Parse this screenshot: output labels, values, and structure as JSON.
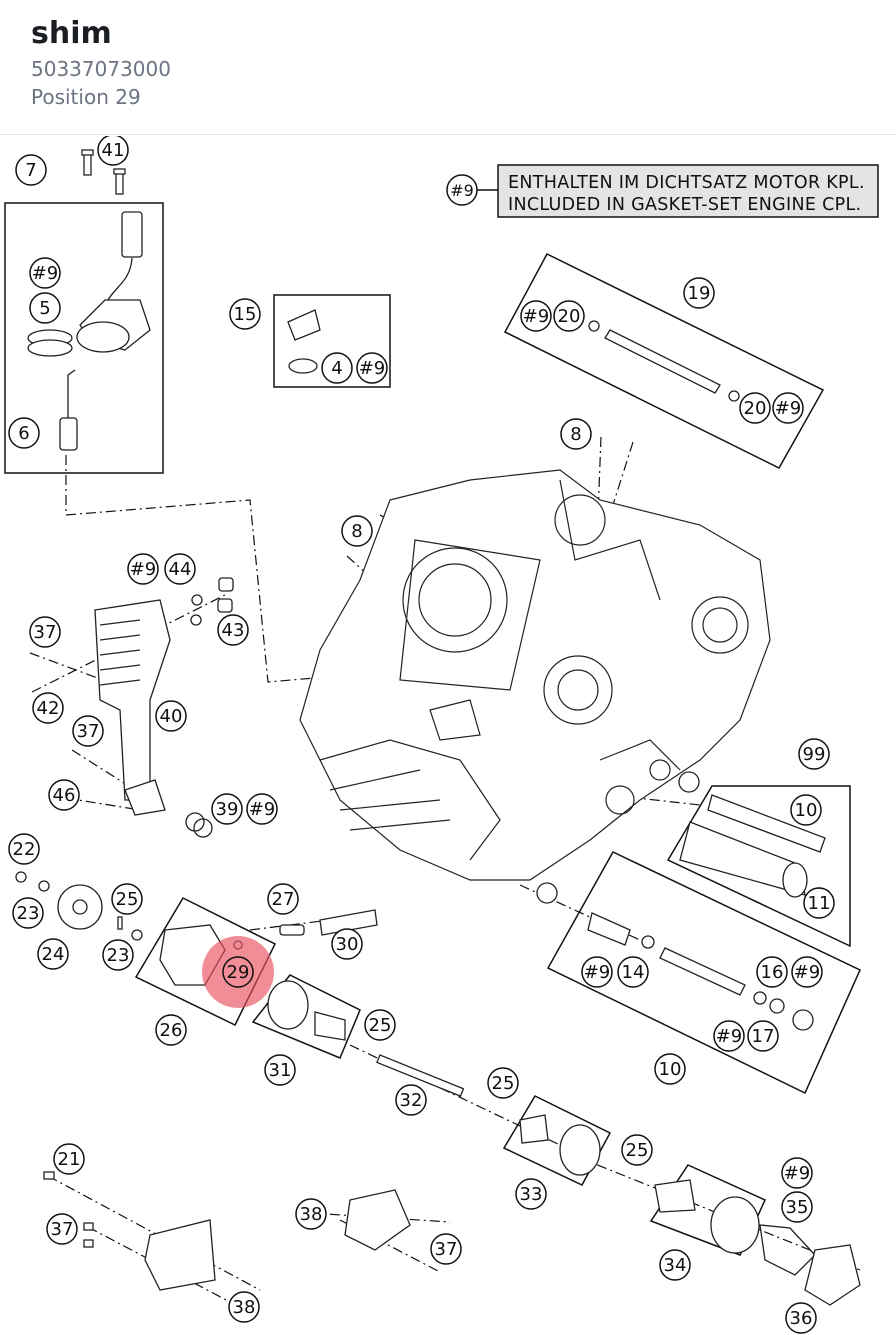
{
  "part": {
    "name": "shim",
    "number": "50337073000",
    "position": "Position 29"
  },
  "notice": {
    "ref": "#9",
    "line1": "ENTHALTEN IM DICHTSATZ MOTOR KPL.",
    "line2": "INCLUDED IN GASKET-SET ENGINE CPL."
  },
  "highlight": {
    "label": "29",
    "color": "#e85060"
  },
  "callouts": [
    "41",
    "7",
    "#9",
    "5",
    "6",
    "15",
    "4",
    "19",
    "20",
    "8",
    "44",
    "43",
    "37",
    "42",
    "40",
    "46",
    "39",
    "99",
    "10",
    "11",
    "22",
    "23",
    "25",
    "24",
    "27",
    "30",
    "26",
    "29",
    "31",
    "14",
    "16",
    "17",
    "32",
    "33",
    "21",
    "38",
    "35",
    "34",
    "36"
  ]
}
